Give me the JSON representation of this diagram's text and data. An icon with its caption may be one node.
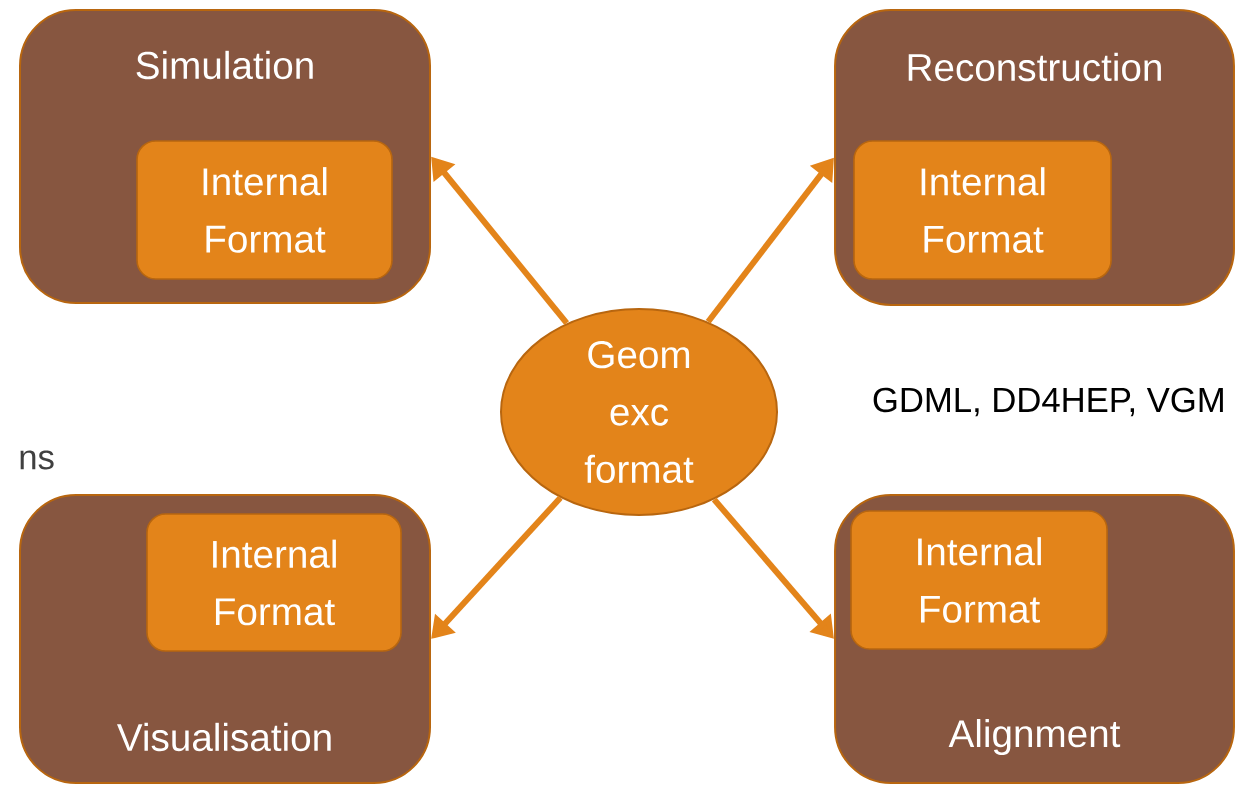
{
  "diagram": {
    "nodes": [
      {
        "text": [
          "Simulation"
        ]
      },
      {
        "text": [
          "Internal Format"
        ],
        "in": 0
      },
      {
        "text": [
          "Reconstruction"
        ]
      },
      {
        "text": [
          "Internal Format"
        ],
        "in": 2
      },
      {
        "text": [
          "Geom exc format"
        ]
      },
      {
        "text": [
          "Visualisation"
        ]
      },
      {
        "text": [
          "Internal Format"
        ],
        "in": 5
      },
      {
        "text": [
          "Alignment"
        ]
      },
      {
        "text": [
          "Internal Format"
        ],
        "in": 7
      }
    ],
    "edges": [
      {
        "from": 4,
        "to": 0,
        "arrow": "to"
      },
      {
        "from": 4,
        "to": 2,
        "arrow": "to"
      },
      {
        "from": 4,
        "to": 5,
        "arrow": "to"
      },
      {
        "from": 4,
        "to": 7,
        "arrow": "to"
      }
    ],
    "labels": [
      "GDML, DD4HEP, VGM",
      "ns"
    ]
  }
}
